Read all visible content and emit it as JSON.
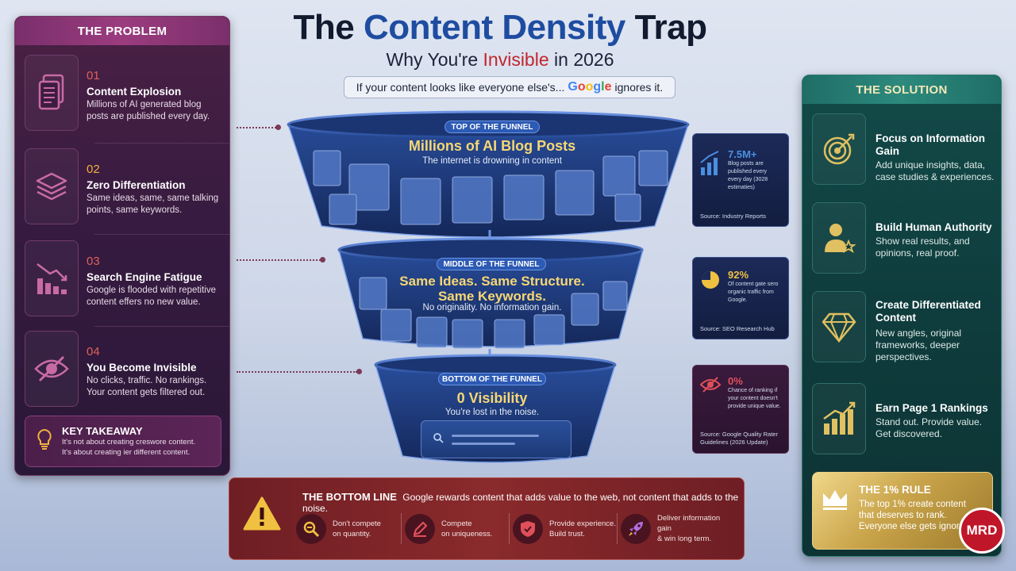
{
  "header": {
    "title_part1": "The",
    "title_part2": "Content Density",
    "title_part3": "Trap",
    "subtitle_part1": "Why You're",
    "subtitle_part2": "Invisible",
    "subtitle_part3": "in 2026",
    "tagline_before": "If your content looks like everyone else's...",
    "tagline_brand": "Google",
    "tagline_after": "ignores it."
  },
  "problem": {
    "heading": "THE PROBLEM",
    "items": [
      {
        "num": "01",
        "title": "Content Explosion",
        "desc": "Millions of AI generated blog posts are published every day.",
        "icon": "document-icon"
      },
      {
        "num": "02",
        "title": "Zero Differentiation",
        "desc": "Same ideas, same, same talking points, same keywords.",
        "icon": "layers-icon"
      },
      {
        "num": "03",
        "title": "Search Engine Fatigue",
        "desc": "Google is flooded with repetitive content effers no new value.",
        "icon": "declining-chart-icon"
      },
      {
        "num": "04",
        "title": "You Become Invisible",
        "desc": "No clicks, traffic. No rankings. Your content gets filtered out.",
        "icon": "eye-slash-icon"
      }
    ],
    "takeaway": {
      "title": "KEY TAKEAWAY",
      "line1": "It's not about creating creswore content.",
      "line2": "It's about creating ier different content."
    }
  },
  "funnel": {
    "top": {
      "label": "TOP OF THE FUNNEL",
      "heading": "Millions of AI Blog Posts",
      "sub": "The internet is drowning in content"
    },
    "middle": {
      "label": "MIDDLE OF THE FUNNEL",
      "heading1": "Same Ideas. Same Structure.",
      "heading2": "Same Keywords.",
      "sub": "No originality. No information gain."
    },
    "bottom": {
      "label": "BOTTOM OF THE FUNNEL",
      "heading": "0 Visibility",
      "sub": "You're lost in the noise."
    }
  },
  "stats": [
    {
      "value": "7.5M+",
      "desc": "Blog posts are published every every day (3028 estimaties)",
      "source": "Source: Industry Reports",
      "color": "#4a8fe0"
    },
    {
      "value": "92%",
      "desc": "Of content gate sero organic traffic from Google.",
      "source": "Source: SEO Research Hub",
      "color": "#f0c040"
    },
    {
      "value": "0%",
      "desc": "Chance of ranking if your content doesn't provide unique value.",
      "source": "Source: Google Quality Rater Guidelines (2026 Update)",
      "color": "#e0505a"
    }
  ],
  "solution": {
    "heading": "THE SOLUTION",
    "items": [
      {
        "title": "Focus on Information Gain",
        "desc": "Add unique insights, data, case studies & experiences.",
        "icon": "target-icon"
      },
      {
        "title": "Build Human Authority",
        "desc": "Show real results, and opinions, real proof.",
        "icon": "person-star-icon"
      },
      {
        "title": "Create Differentiated Content",
        "desc": "New angles, original frameworks, deeper perspectives.",
        "icon": "diamond-icon"
      },
      {
        "title": "Earn Page 1 Rankings",
        "desc": "Stand out. Provide value. Get discovered.",
        "icon": "growth-chart-icon"
      }
    ],
    "rule": {
      "title": "THE 1% RULE",
      "line1": "The top 1% create content",
      "line2": "that deserves to rank.",
      "line3": "Everyone else gets ignored."
    }
  },
  "bottom_line": {
    "heading": "THE BOTTOM LINE",
    "text": "Google rewards content that adds value to the web, not content that adds to the noise.",
    "items": [
      {
        "line1": "Don't compete",
        "line2": "on quantity.",
        "icon": "magnifier-icon"
      },
      {
        "line1": "Compete",
        "line2": "on uniqueness.",
        "icon": "pen-icon"
      },
      {
        "line1": "Provide experience.",
        "line2": "Build trust.",
        "icon": "shield-icon"
      },
      {
        "line1": "Deliver information gain",
        "line2": "& win long term.",
        "icon": "rocket-icon"
      }
    ]
  },
  "badge": {
    "text": "MRD"
  },
  "colors": {
    "accent_blue": "#1e4ca0",
    "accent_red": "#c0262e",
    "funnel_gold": "#f7d774"
  }
}
